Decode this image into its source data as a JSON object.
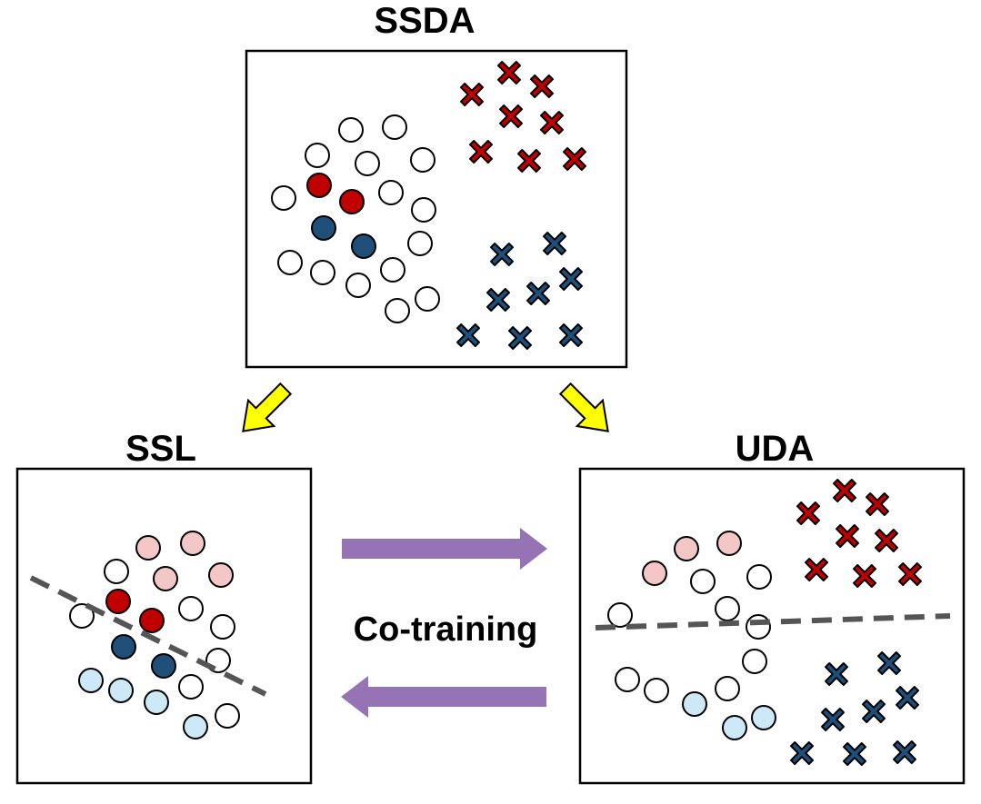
{
  "titles": {
    "ssda": "SSDA",
    "ssl": "SSL",
    "uda": "UDA"
  },
  "labels": {
    "cotraining": "Co-training"
  },
  "colors": {
    "red": "#c00000",
    "blue": "#1f4e79",
    "light_red": "#f4c7c7",
    "light_blue": "#cde8f7",
    "white": "#ffffff",
    "outline": "#000000",
    "boundary": "#555555",
    "yellow_arrow": "#ffff00",
    "purple_arrow": "#9673b5"
  },
  "icons": {
    "labeled_sample": "filled-circle",
    "unlabeled_sample": "hollow-circle",
    "source_sample": "x-mark",
    "decision_boundary": "dashed-line",
    "flow_arrow": "block-arrow"
  }
}
